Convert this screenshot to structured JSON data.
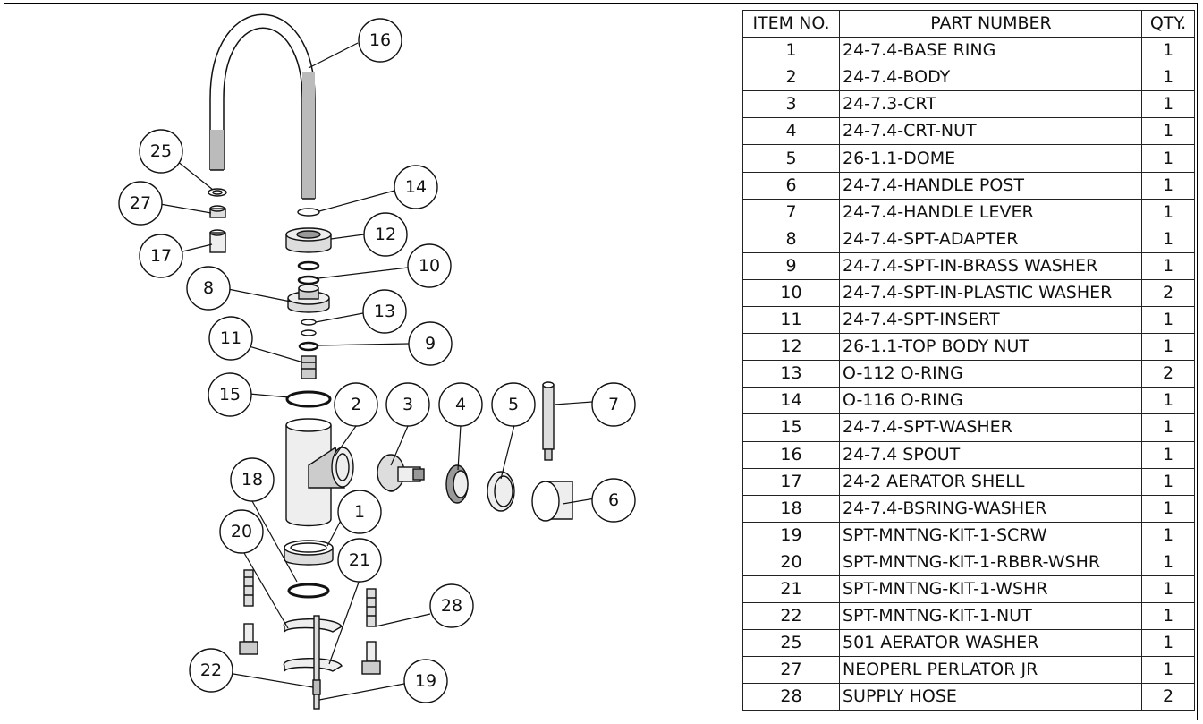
{
  "bom": {
    "headers": {
      "item": "ITEM NO.",
      "part": "PART NUMBER",
      "qty": "QTY."
    },
    "rows": [
      {
        "item": "1",
        "part": "24-7.4-BASE RING",
        "qty": "1"
      },
      {
        "item": "2",
        "part": "24-7.4-BODY",
        "qty": "1"
      },
      {
        "item": "3",
        "part": "24-7.3-CRT",
        "qty": "1"
      },
      {
        "item": "4",
        "part": "24-7.4-CRT-NUT",
        "qty": "1"
      },
      {
        "item": "5",
        "part": "26-1.1-DOME",
        "qty": "1"
      },
      {
        "item": "6",
        "part": "24-7.4-HANDLE POST",
        "qty": "1"
      },
      {
        "item": "7",
        "part": "24-7.4-HANDLE LEVER",
        "qty": "1"
      },
      {
        "item": "8",
        "part": "24-7.4-SPT-ADAPTER",
        "qty": "1"
      },
      {
        "item": "9",
        "part": "24-7.4-SPT-IN-BRASS WASHER",
        "qty": "1"
      },
      {
        "item": "10",
        "part": "24-7.4-SPT-IN-PLASTIC WASHER",
        "qty": "2"
      },
      {
        "item": "11",
        "part": "24-7.4-SPT-INSERT",
        "qty": "1"
      },
      {
        "item": "12",
        "part": "26-1.1-TOP BODY NUT",
        "qty": "1"
      },
      {
        "item": "13",
        "part": "O-112  O-RING",
        "qty": "2"
      },
      {
        "item": "14",
        "part": "O-116  O-RING",
        "qty": "1"
      },
      {
        "item": "15",
        "part": "24-7.4-SPT-WASHER",
        "qty": "1"
      },
      {
        "item": "16",
        "part": "24-7.4 SPOUT",
        "qty": "1"
      },
      {
        "item": "17",
        "part": "24-2 AERATOR SHELL",
        "qty": "1"
      },
      {
        "item": "18",
        "part": "24-7.4-BSRING-WASHER",
        "qty": "1"
      },
      {
        "item": "19",
        "part": "SPT-MNTNG-KIT-1-SCRW",
        "qty": "1"
      },
      {
        "item": "20",
        "part": "SPT-MNTNG-KIT-1-RBBR-WSHR",
        "qty": "1"
      },
      {
        "item": "21",
        "part": "SPT-MNTNG-KIT-1-WSHR",
        "qty": "1"
      },
      {
        "item": "22",
        "part": "SPT-MNTNG-KIT-1-NUT",
        "qty": "1"
      },
      {
        "item": "25",
        "part": "501 AERATOR WASHER",
        "qty": "1"
      },
      {
        "item": "27",
        "part": "NEOPERL PERLATOR JR",
        "qty": "1"
      },
      {
        "item": "28",
        "part": "SUPPLY HOSE",
        "qty": "2"
      }
    ]
  },
  "balloons": [
    "16",
    "25",
    "27",
    "17",
    "14",
    "12",
    "10",
    "8",
    "13",
    "11",
    "9",
    "15",
    "2",
    "3",
    "4",
    "5",
    "7",
    "18",
    "1",
    "6",
    "20",
    "21",
    "28",
    "22",
    "19"
  ]
}
